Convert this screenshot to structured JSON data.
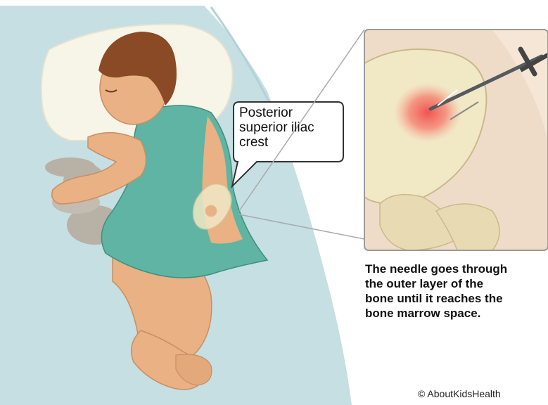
{
  "callout": {
    "lines": [
      "Posterior",
      "superior iliac",
      "crest"
    ]
  },
  "caption": {
    "lines": [
      "The needle goes through",
      "the outer layer of the",
      "bone until it reaches the",
      "bone marrow space."
    ]
  },
  "copyright": "© AboutKidsHealth",
  "colors": {
    "bed_sheet": "#c5dfe3",
    "skin": "#e9b184",
    "hair": "#8a4a25",
    "gown": "#5fb4a3",
    "pillow": "#f7f4e8",
    "bone": "#f1e8c6",
    "marrow_highlight": "#f24a4a"
  },
  "icons": [
    "needle-icon",
    "teddy-bear-icon"
  ]
}
